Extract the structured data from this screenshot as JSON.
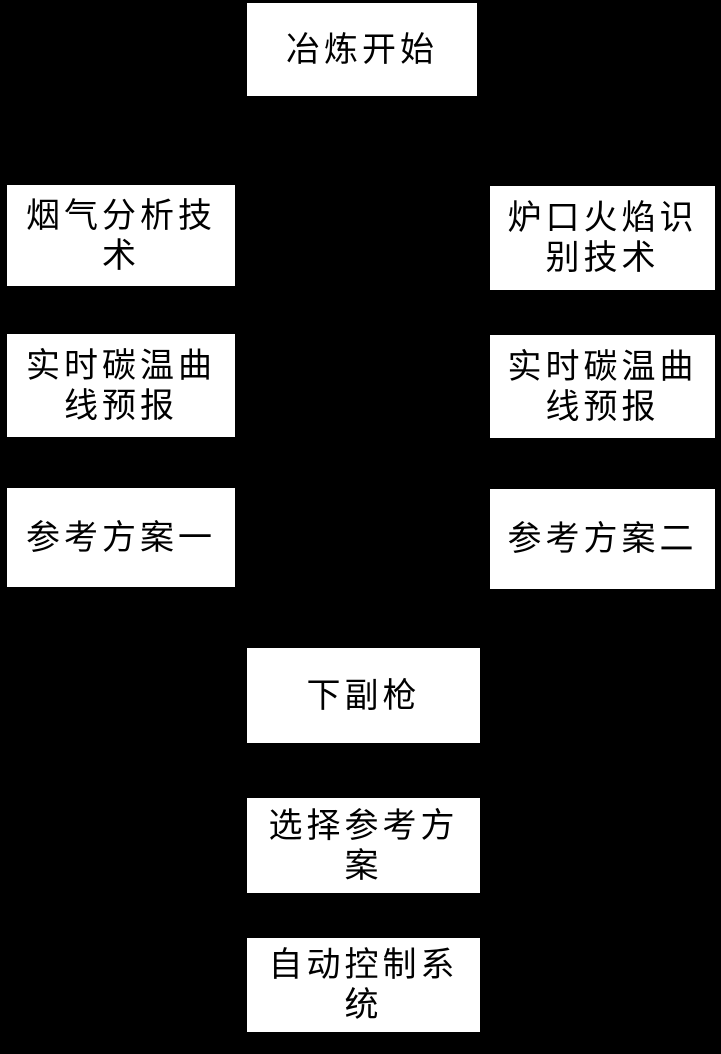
{
  "diagram": {
    "type": "flowchart",
    "background_color": "#000000",
    "node_fill_color": "#ffffff",
    "node_text_color": "#000000",
    "connectors_visible": false,
    "nodes": [
      {
        "id": "start",
        "text": "冶炼开始",
        "lines": [
          "冶炼开始",
          ""
        ]
      },
      {
        "id": "flue-gas-analysis",
        "text": "烟气分析技术",
        "lines": [
          "烟气分析技",
          "术"
        ]
      },
      {
        "id": "furnace-flame-recognition",
        "text": "炉口火焰识别技术",
        "lines": [
          "炉口火焰识",
          "别技术"
        ]
      },
      {
        "id": "realtime-carbon-temp-left",
        "text": "实时碳温曲线预报",
        "lines": [
          "实时碳温曲",
          "线预报"
        ]
      },
      {
        "id": "realtime-carbon-temp-right",
        "text": "实时碳温曲线预报",
        "lines": [
          "实时碳温曲",
          "线预报"
        ]
      },
      {
        "id": "reference-plan-1",
        "text": "参考方案一",
        "lines": [
          "参考方案一",
          ""
        ]
      },
      {
        "id": "reference-plan-2",
        "text": "参考方案二",
        "lines": [
          "参考方案二",
          ""
        ]
      },
      {
        "id": "lower-sublance",
        "text": "下副枪",
        "lines": [
          "下副枪",
          ""
        ]
      },
      {
        "id": "select-reference-plan",
        "text": "选择参考方案",
        "lines": [
          "选择参考方",
          "案"
        ]
      },
      {
        "id": "auto-control-system",
        "text": "自动控制系统",
        "lines": [
          "自动控制系",
          "统"
        ]
      }
    ]
  }
}
